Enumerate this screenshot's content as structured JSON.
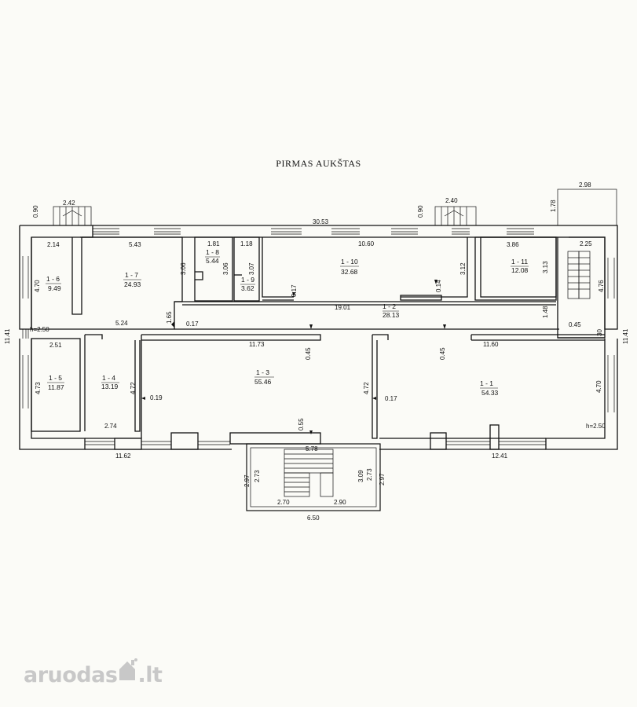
{
  "title": "PIRMAS AUKŠTAS",
  "watermark": {
    "text": "aruodas",
    "tld": ".lt"
  },
  "rooms": [
    {
      "id": "1 - 1",
      "area": "54.33"
    },
    {
      "id": "1 - 2",
      "area": "28.13"
    },
    {
      "id": "1 - 3",
      "area": "55.46"
    },
    {
      "id": "1 - 4",
      "area": "13.19"
    },
    {
      "id": "1 - 5",
      "area": "11.87"
    },
    {
      "id": "1 - 6",
      "area": "9.49"
    },
    {
      "id": "1 - 7",
      "area": "24.93"
    },
    {
      "id": "1 - 8",
      "area": "5.44"
    },
    {
      "id": "1 - 9",
      "area": "3.62"
    },
    {
      "id": "1 - 10",
      "area": "32.68"
    },
    {
      "id": "1 - 11",
      "area": "12.08"
    }
  ],
  "dimensions": {
    "top_total": "30.53",
    "top_left_stair": "2.42",
    "top_mid_stair": "2.40",
    "top_right_porch": "2.98",
    "stair_h_left": "0.90",
    "stair_h_mid": "0.90",
    "porch_h_right": "1.78",
    "r6_w": "2.14",
    "r6_h": "4.70",
    "r7_w": "5.43",
    "r7_h": "3.06",
    "r7_bottom": "5.24",
    "r7_step": "1.65",
    "r8_w": "1.81",
    "r8_h": "3.06",
    "r9_w": "1.18",
    "r9_h": "3.07",
    "r10_w": "10.60",
    "r10_h": "3.12",
    "r10_wall_a": "0.17",
    "r10_wall_b": "0.14",
    "r11_w": "3.86",
    "r11_h": "3.13",
    "stair_r_w": "2.25",
    "stair_r_h": "4.76",
    "corr_len": "19.01",
    "corr_wall": "0.17",
    "corr_h": "1.48",
    "corr_r_gap": "0.45",
    "r_side_30": "30",
    "side_left": "11.41",
    "side_right": "11.41",
    "h_left": "h=2.50",
    "h_right": "h=2.50",
    "r5_w": "2.51",
    "r5_h": "4.73",
    "r4_h": "4.72",
    "r4_w": "2.74",
    "r4_wall": "0.19",
    "r3_w": "11.73",
    "r3_wall_top": "0.45",
    "r3_h": "4.72",
    "r3_wall": "0.17",
    "r1_w": "11.60",
    "r1_wall_top": "0.45",
    "r1_h": "4.70",
    "bottom_left": "11.62",
    "bottom_right": "12.41",
    "entr_wall": "0.55",
    "entr_top": "5.78",
    "entr_left_a": "2.97",
    "entr_left_b": "2.73",
    "entr_right_a": "3.09",
    "entr_right_b": "2.73",
    "entr_right_c": "2.97",
    "entr_b1": "2.70",
    "entr_b2": "2.90",
    "entr_total": "6.50"
  }
}
